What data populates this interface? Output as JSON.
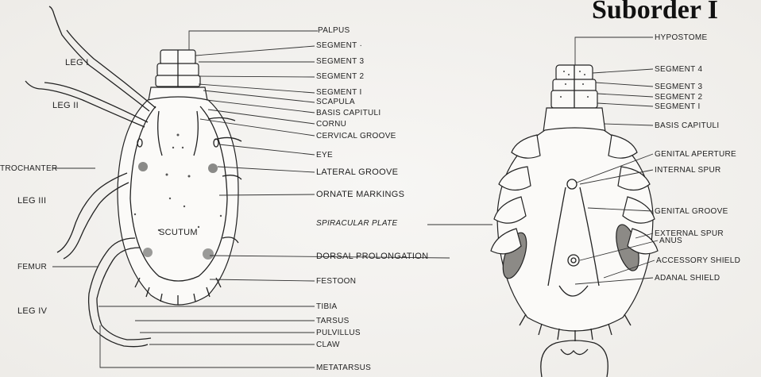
{
  "title": "Suborder I",
  "dorsal_labels": {
    "palpus": "PALPUS",
    "segment_top": "SEGMENT ·",
    "segment3": "SEGMENT  3",
    "segment2": "SEGMENT  2",
    "segment1": "SEGMENT   I",
    "scapula": "SCAPULA",
    "basis_capituli": "BASIS  CAPITULI",
    "cornu": "CORNU",
    "cervical_groove": "CERVICAL  GROOVE",
    "eye": "EYE",
    "lateral_groove": "LATERAL  GROOVE",
    "ornate_markings": "ORNATE  MARKINGS",
    "spiracular_plate": "SPIRACULAR  PLATE",
    "dorsal_prolongation": "DORSAL  PROLONGATION",
    "festoon": "FESTOON",
    "tibia": "TIBIA",
    "tarsus": "TARSUS",
    "pulvillus": "PULVILLUS",
    "claw": "CLAW",
    "metatarsus": "METATARSUS",
    "scutum": "SCUTUM"
  },
  "left_labels": {
    "leg1": "LEG  I",
    "leg2": "LEG  II",
    "trochanter": "TROCHANTER",
    "leg3": "LEG  III",
    "femur": "FEMUR",
    "leg4": "LEG  IV"
  },
  "ventral_labels": {
    "hypostome": "HYPOSTOME",
    "segment4": "SEGMENT  4",
    "segment3": "SEGMENT  3",
    "segment2": "SEGMENT  2",
    "segment1": "SEGMENT  I",
    "basis_capituli": "BASIS  CAPITULI",
    "genital_aperture": "GENITAL  APERTURE",
    "internal_spur": "INTERNAL  SPUR",
    "genital_groove": "GENITAL  GROOVE",
    "external_spur": "EXTERNAL  SPUR",
    "anus": "ANUS",
    "accessory_shield": "ACCESSORY  SHIELD",
    "adanal_shield": "ADANAL  SHIELD"
  }
}
